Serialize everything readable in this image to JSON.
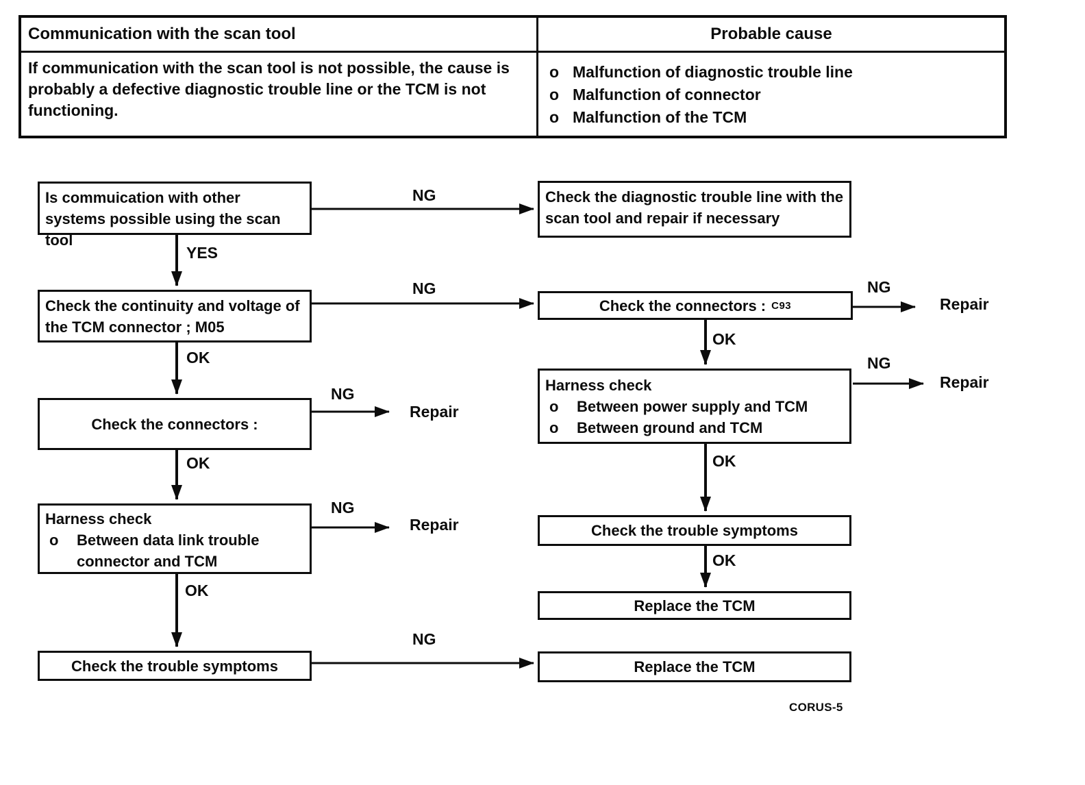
{
  "bullet": "o",
  "table": {
    "header_left": "Communication with the scan tool",
    "header_right": "Probable cause",
    "description": "If communication with the scan tool is not possible, the cause is probably a defective diagnostic trouble line or the TCM is not functioning.",
    "causes": [
      "Malfunction of diagnostic trouble line",
      "Malfunction of connector",
      "Malfunction of the TCM"
    ]
  },
  "flowchart": {
    "labels": {
      "ng": "NG",
      "ok": "OK",
      "yes": "YES",
      "repair": "Repair"
    },
    "boxes": {
      "q_communication": "Is commuication with other systems possible using the scan tool",
      "check_diag_line": "Check the diagnostic trouble line with the scan tool and repair if necessary",
      "check_continuity": "Check the continuity and voltage of the TCM connector ; M05",
      "check_connectors_right": {
        "text": "Check the connectors :",
        "code": "C93"
      },
      "harness_right": {
        "title": "Harness check",
        "items": [
          "Between power supply and TCM",
          "Between ground and TCM"
        ]
      },
      "check_connectors_left": "Check the connectors :",
      "harness_left": {
        "title": "Harness check",
        "items": [
          "Between data link trouble connector and TCM"
        ]
      },
      "check_symptoms_right": "Check the trouble symptoms",
      "replace_tcm_right": "Replace the TCM",
      "check_symptoms_left": "Check the trouble symptoms",
      "replace_tcm_bottom": "Replace the TCM"
    }
  },
  "footer": {
    "page_ref": "CORUS-5"
  }
}
